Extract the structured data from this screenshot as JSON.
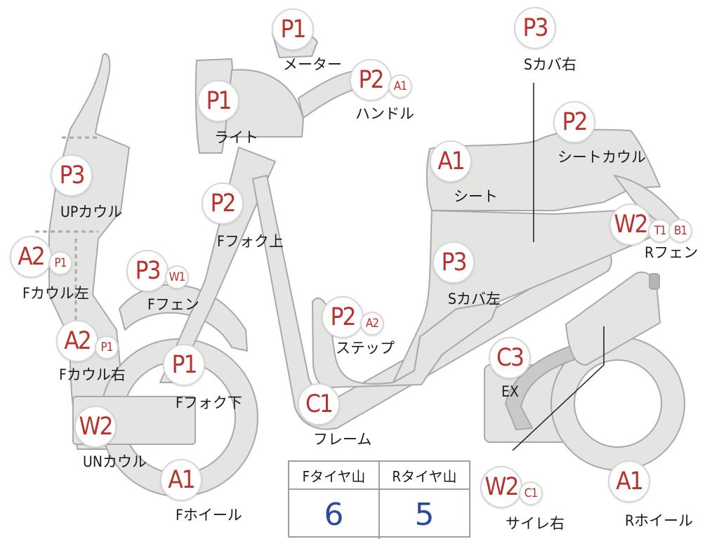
{
  "parts": [
    {
      "name": "meter",
      "codes": [
        "P1"
      ],
      "label": "メーター"
    },
    {
      "name": "handle",
      "codes": [
        "P2",
        "A1"
      ],
      "label": "ハンドル"
    },
    {
      "name": "light",
      "codes": [
        "P1"
      ],
      "label": "ライト"
    },
    {
      "name": "up-cowl",
      "codes": [
        "P3"
      ],
      "label": "UPカウル"
    },
    {
      "name": "f-fork-upper",
      "codes": [
        "P2"
      ],
      "label": "Fフォク上"
    },
    {
      "name": "f-cowl-left",
      "codes": [
        "A2",
        "P1"
      ],
      "label": "Fカウル左"
    },
    {
      "name": "f-fender",
      "codes": [
        "P3",
        "W1"
      ],
      "label": "Fフェン"
    },
    {
      "name": "f-cowl-right",
      "codes": [
        "A2",
        "P1"
      ],
      "label": "Fカウル右"
    },
    {
      "name": "f-fork-lower",
      "codes": [
        "P1"
      ],
      "label": "Fフォク下"
    },
    {
      "name": "un-cowl",
      "codes": [
        "W2"
      ],
      "label": "UNカウル"
    },
    {
      "name": "f-wheel",
      "codes": [
        "A1"
      ],
      "label": "Fホイール"
    },
    {
      "name": "frame",
      "codes": [
        "C1"
      ],
      "label": "フレーム"
    },
    {
      "name": "step",
      "codes": [
        "P2",
        "A2"
      ],
      "label": "ステップ"
    },
    {
      "name": "s-cover-left",
      "codes": [
        "P3"
      ],
      "label": "Sカバ左"
    },
    {
      "name": "seat",
      "codes": [
        "A1"
      ],
      "label": "シート"
    },
    {
      "name": "seat-cowl",
      "codes": [
        "P2"
      ],
      "label": "シートカウル"
    },
    {
      "name": "s-cover-right",
      "codes": [
        "P3"
      ],
      "label": "Sカバ右"
    },
    {
      "name": "r-fender",
      "codes": [
        "W2",
        "T1",
        "B1"
      ],
      "label": "Rフェン"
    },
    {
      "name": "exhaust",
      "codes": [
        "C3"
      ],
      "label": "EX"
    },
    {
      "name": "silencer-right",
      "codes": [
        "W2",
        "C1"
      ],
      "label": "サイレ右"
    },
    {
      "name": "r-wheel",
      "codes": [
        "A1"
      ],
      "label": "Rホイール"
    }
  ],
  "tires": {
    "front_label": "Fタイヤ山",
    "rear_label": "Rタイヤ山",
    "front_value": "6",
    "rear_value": "5"
  },
  "colors": {
    "body_fill": "#e4e4e2",
    "outline": "#a9a9a6",
    "code": "#b8322e",
    "tire_value": "#2c4a9c"
  }
}
